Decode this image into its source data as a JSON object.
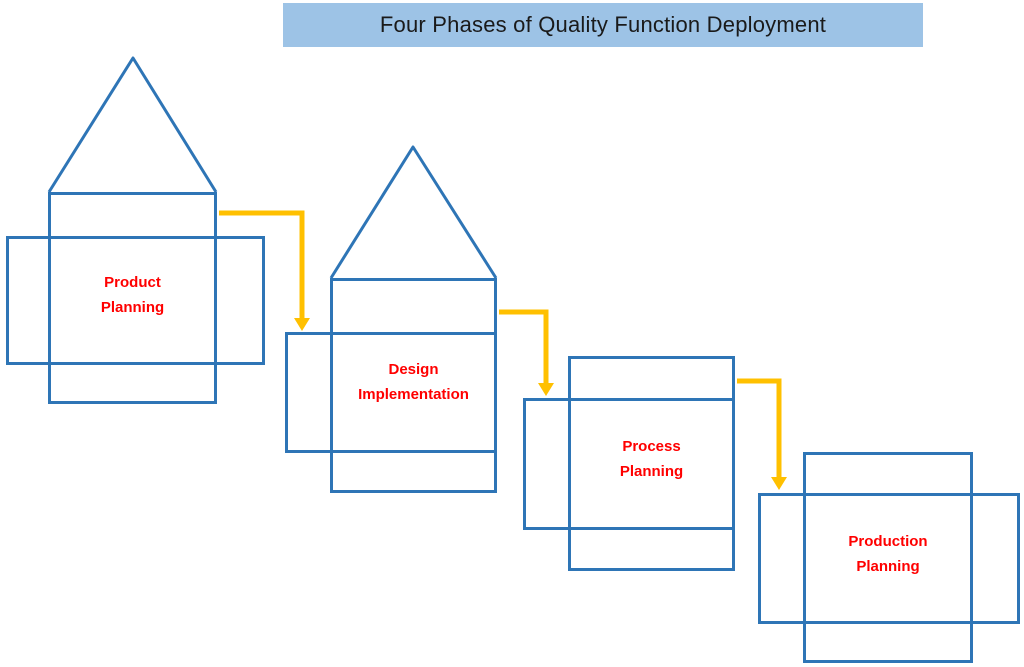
{
  "title": {
    "text": "Four Phases of Quality Function Deployment"
  },
  "phases": [
    {
      "label": "Product\nPlanning",
      "has_roof": true
    },
    {
      "label": "Design\nImplementation",
      "has_roof": true
    },
    {
      "label": "Process\nPlanning",
      "has_roof": false
    },
    {
      "label": "Production\nPlanning",
      "has_roof": false
    }
  ],
  "connectors": [
    {
      "name": "arrow-product-to-design",
      "direction": "right-then-down"
    },
    {
      "name": "arrow-design-to-process",
      "direction": "right-then-down"
    },
    {
      "name": "arrow-process-to-production",
      "direction": "right-then-down"
    }
  ],
  "colors": {
    "outline_blue": "#2E75B6",
    "banner_blue": "#9DC3E6",
    "arrow_yellow": "#FFC000",
    "label_red": "#FF0000",
    "title_text": "#1A1A1A",
    "background": "#FFFFFF"
  }
}
